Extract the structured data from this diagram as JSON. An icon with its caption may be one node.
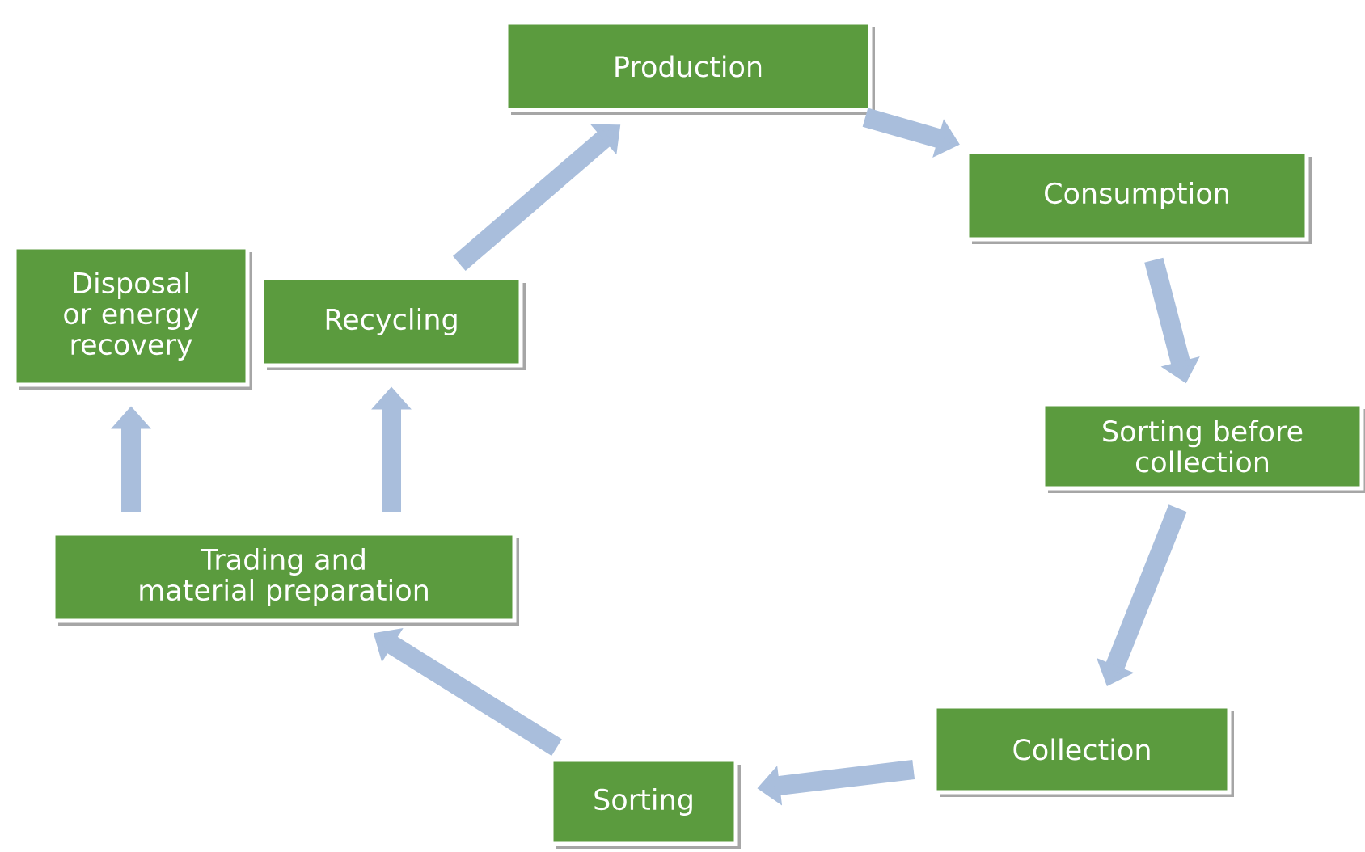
{
  "diagram": {
    "nodes": [
      {
        "text": [
          "Production"
        ]
      },
      {
        "text": [
          "Consumption"
        ]
      },
      {
        "text": [
          "Sorting before collection"
        ]
      },
      {
        "text": [
          "Collection"
        ]
      },
      {
        "text": [
          "Sorting"
        ]
      },
      {
        "text": [
          "Trading and material preparation"
        ]
      },
      {
        "text": [
          "Recycling"
        ]
      },
      {
        "text": [
          "Disposal or energy recovery"
        ]
      }
    ],
    "edges": [
      {
        "from": 0,
        "to": 1,
        "arrow": "to"
      },
      {
        "from": 1,
        "to": 2,
        "arrow": "to"
      },
      {
        "from": 2,
        "to": 3,
        "arrow": "to"
      },
      {
        "from": 3,
        "to": 4,
        "arrow": "to"
      },
      {
        "from": 4,
        "to": 5,
        "arrow": "to"
      },
      {
        "from": 5,
        "to": 6,
        "arrow": "to"
      },
      {
        "from": 5,
        "to": 7,
        "arrow": "to"
      },
      {
        "from": 6,
        "to": 0,
        "arrow": "to"
      }
    ]
  }
}
